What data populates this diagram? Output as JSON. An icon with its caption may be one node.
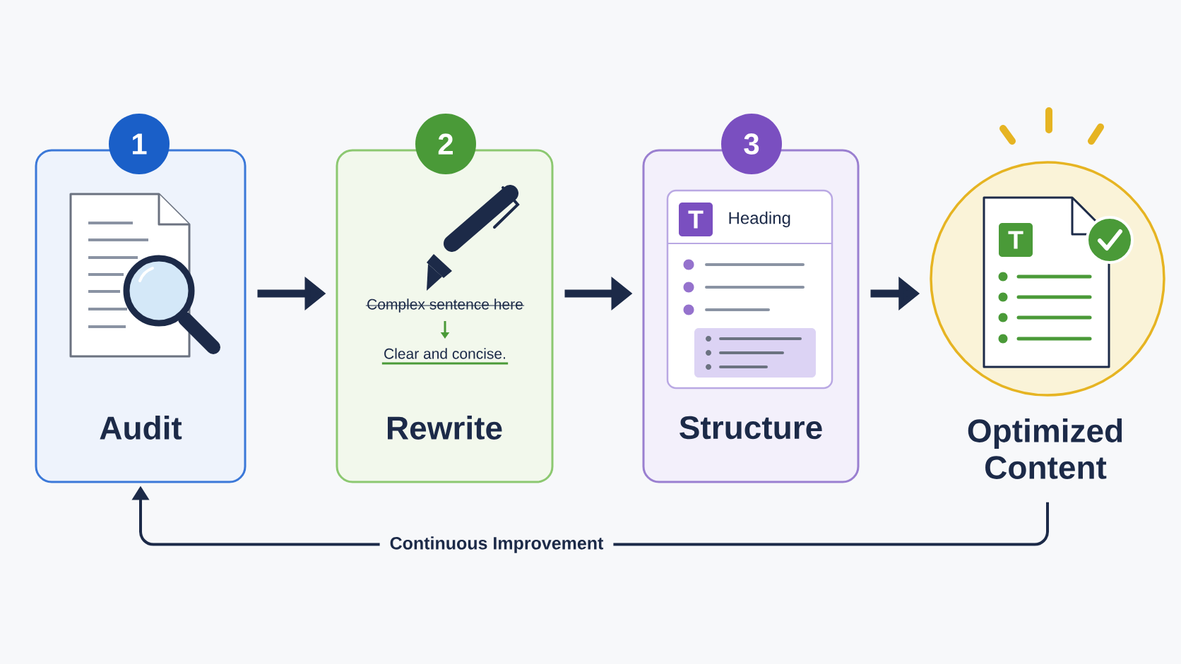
{
  "diagram": {
    "nodes": [
      {
        "text": [
          "1",
          "Audit"
        ]
      },
      {
        "text": [
          "2",
          "Complex sentence here",
          "Clear and concise.",
          "Rewrite"
        ]
      },
      {
        "text": [
          "3",
          "Structure"
        ]
      },
      {
        "text": [
          "T",
          "Heading"
        ],
        "in": 2
      },
      {
        "text": [
          "T",
          "Optimized Content"
        ]
      }
    ],
    "edges": [
      {
        "from": 0,
        "to": 1,
        "arrow": "to"
      },
      {
        "from": 1,
        "to": 2,
        "arrow": "to"
      },
      {
        "from": 2,
        "to": 4,
        "arrow": "to"
      },
      {
        "from": 4,
        "to": 0,
        "arrow": "to",
        "label": "Continuous Improvement"
      }
    ]
  }
}
